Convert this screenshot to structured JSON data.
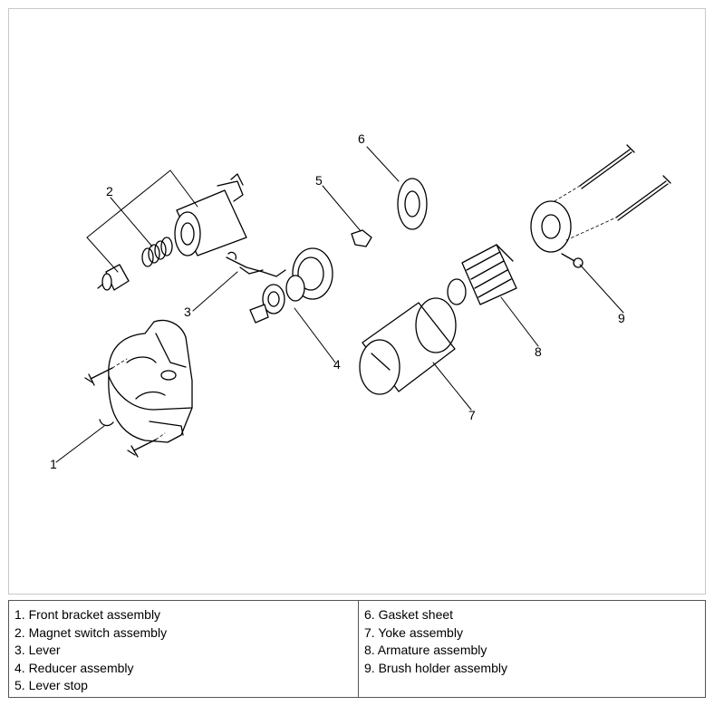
{
  "callouts": [
    "1",
    "2",
    "3",
    "4",
    "5",
    "6",
    "7",
    "8",
    "9"
  ],
  "legend": {
    "left": [
      "1. Front bracket assembly",
      "2. Magnet switch assembly",
      "3. Lever",
      "4. Reducer assembly",
      "5. Lever stop"
    ],
    "right": [
      "6. Gasket sheet",
      "7. Yoke assembly",
      "8. Armature assembly",
      "9. Brush holder assembly"
    ]
  }
}
